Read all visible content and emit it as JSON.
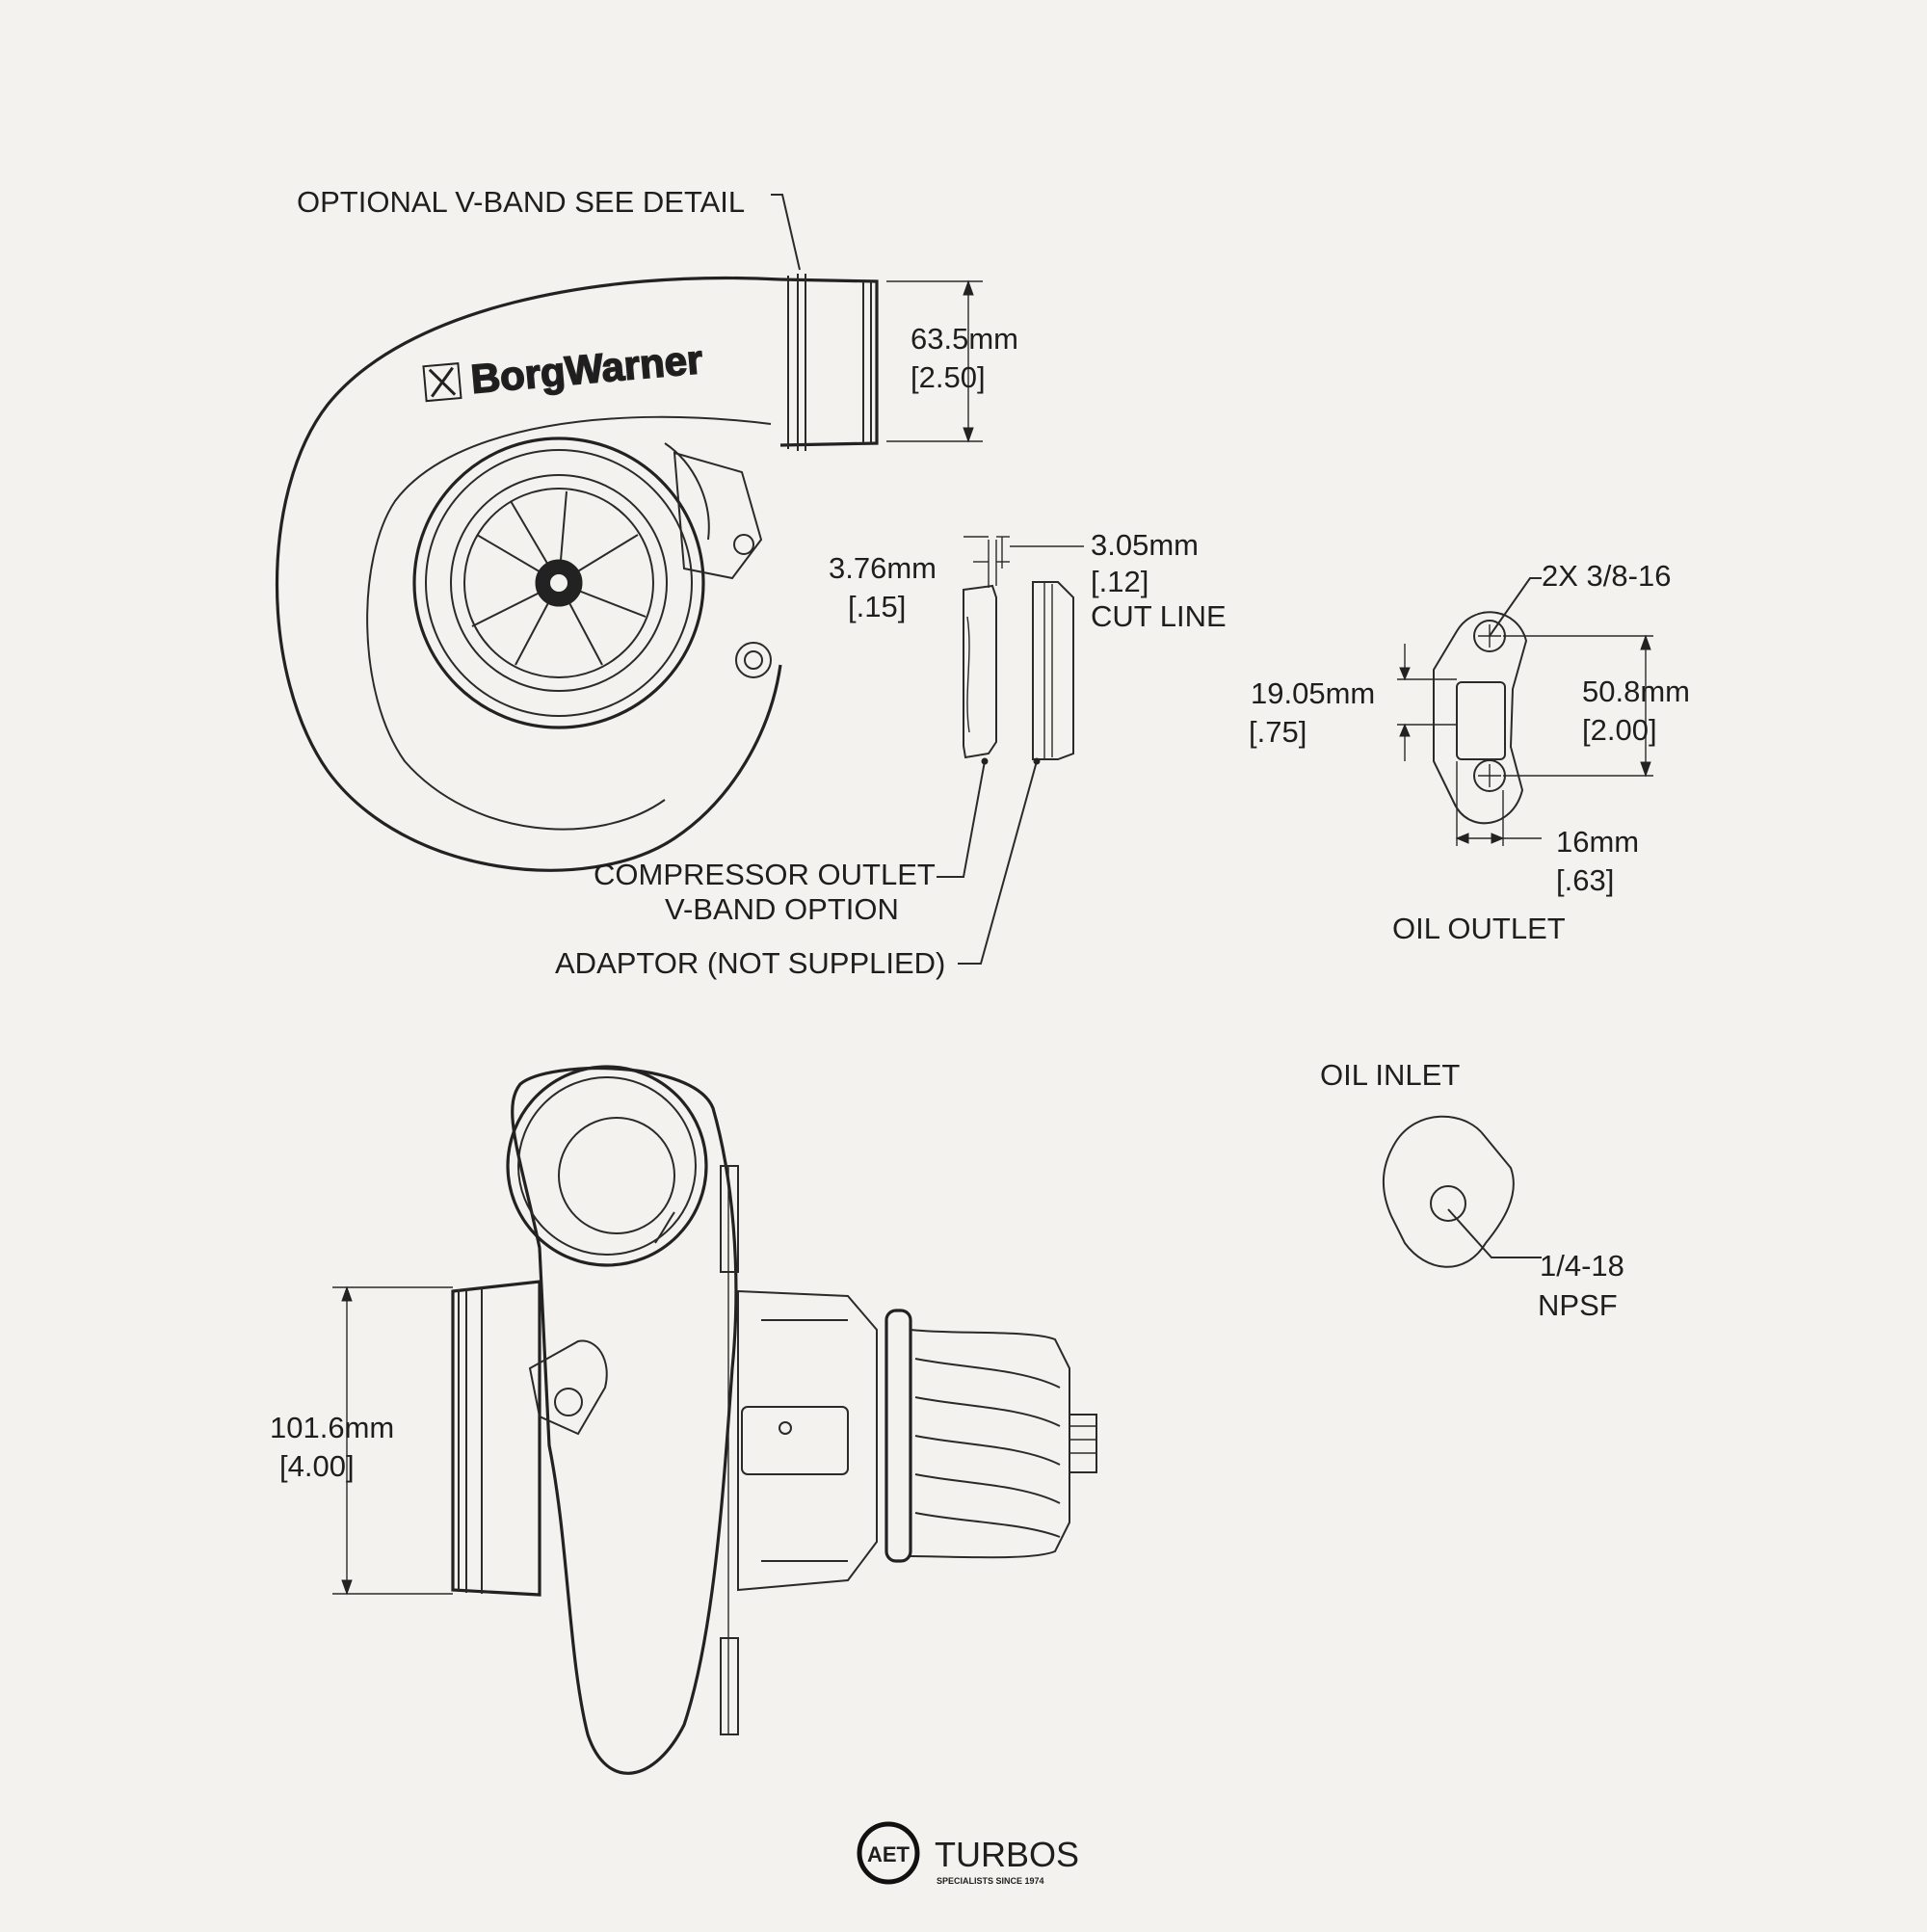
{
  "annotations": {
    "optional_vband": "OPTIONAL V-BAND SEE DETAIL",
    "outlet_dia_mm": "63.5mm",
    "outlet_dia_in": "[2.50]",
    "brand_logo_text": "BorgWarner",
    "dim_376_mm": "3.76mm",
    "dim_376_in": "[.15]",
    "dim_305_mm": "3.05mm",
    "dim_305_in": "[.12]",
    "cut_line": "CUT LINE",
    "compressor_outlet": "COMPRESSOR OUTLET",
    "vband_option": "V-BAND OPTION",
    "adaptor": "ADAPTOR (NOT SUPPLIED)",
    "inlet_dia_mm": "101.6mm",
    "inlet_dia_in": "[4.00]"
  },
  "oil_outlet": {
    "title": "OIL OUTLET",
    "bolt_spec": "2X 3/8-16",
    "slot_mm": "19.05mm",
    "slot_in": "[.75]",
    "spacing_mm": "50.8mm",
    "spacing_in": "[2.00]",
    "width_mm": "16mm",
    "width_in": "[.63]"
  },
  "oil_inlet": {
    "title": "OIL INLET",
    "thread_line1": "1/4-18",
    "thread_line2": "NPSF"
  },
  "footer_logo": {
    "mark": "AET",
    "name": "TURBOS",
    "tagline": "SPECIALISTS SINCE 1974"
  }
}
